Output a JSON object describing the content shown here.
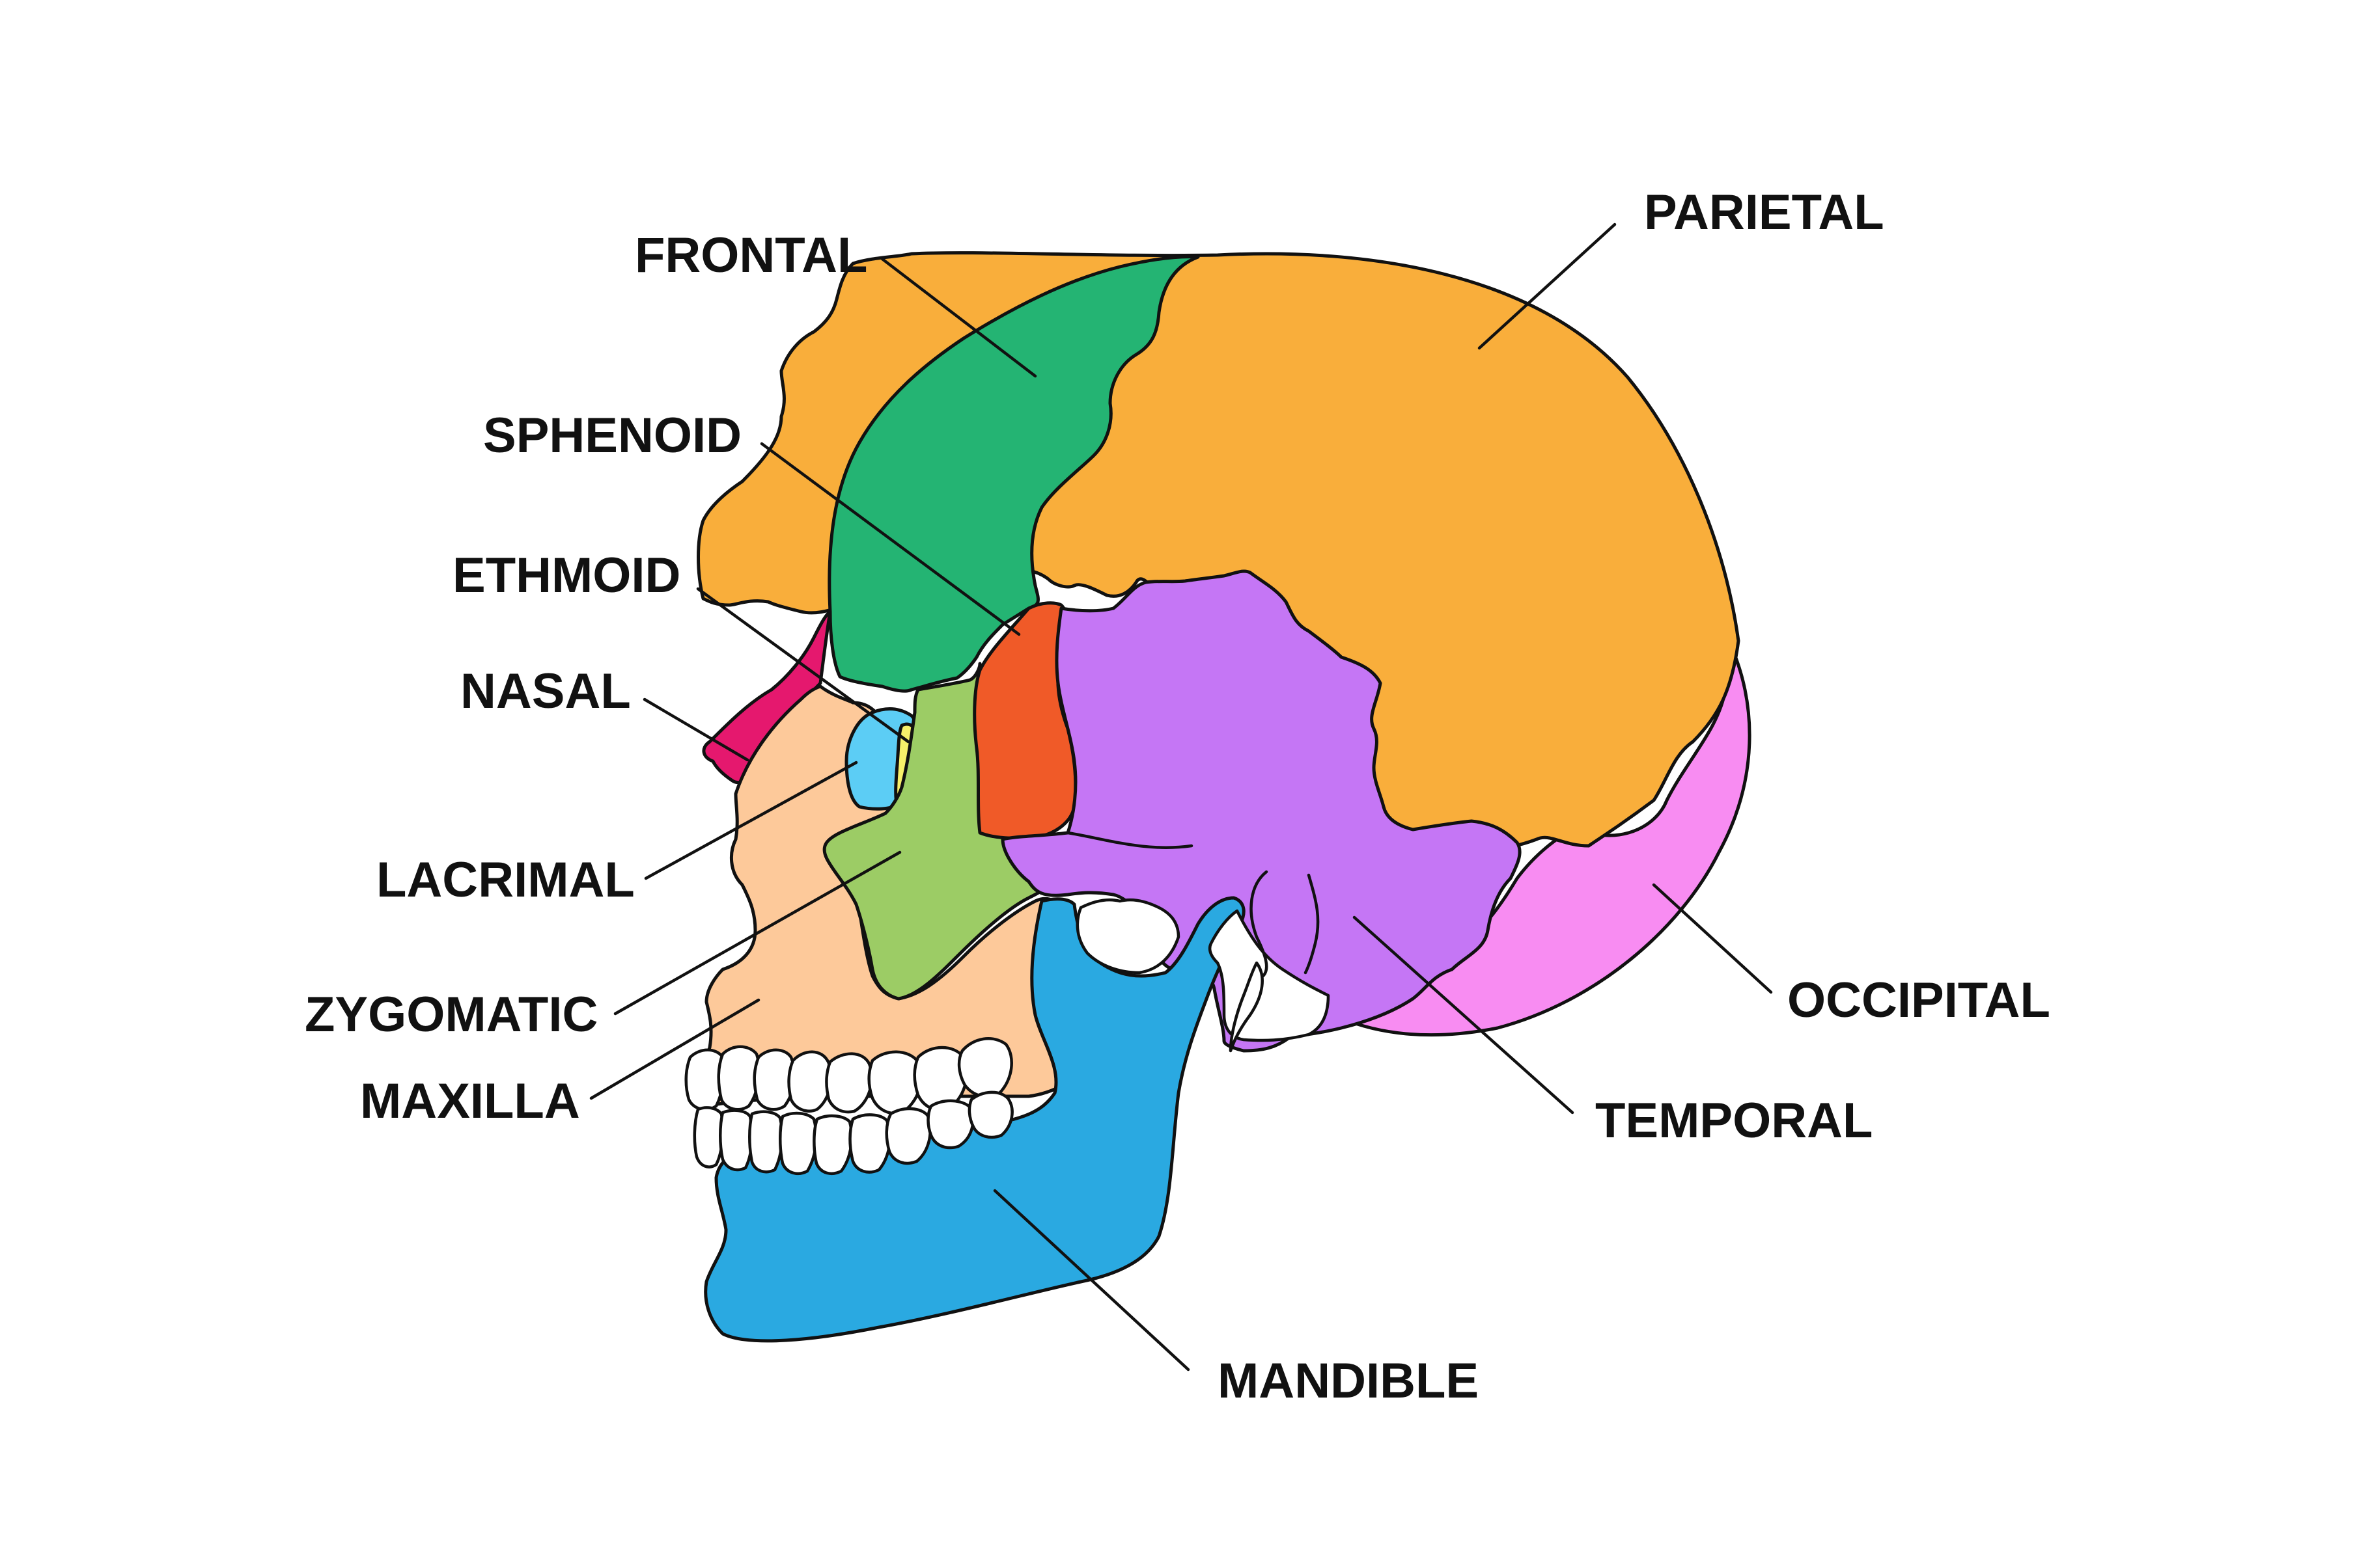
{
  "colors": {
    "frontal": "#24b473",
    "parietal": "#f9ae3b",
    "sphenoid": "#f05a28",
    "temporal": "#c576f5",
    "occipital": "#f88cf2",
    "zygomatic": "#9ccc65",
    "maxilla": "#fdc99a",
    "mandible": "#2aa9e1",
    "nasal": "#e5186e",
    "lacrimal": "#5ccdf5",
    "ethmoid": "#f7f06a",
    "teeth": "#ffffff",
    "outline": "#111111"
  },
  "labels": {
    "frontal": "FRONTAL",
    "parietal": "PARIETAL",
    "sphenoid": "SPHENOID",
    "ethmoid": "ETHMOID",
    "nasal": "NASAL",
    "lacrimal": "LACRIMAL",
    "zygomatic": "ZYGOMATIC",
    "maxilla": "MAXILLA",
    "occipital": "OCCIPITAL",
    "temporal": "TEMPORAL",
    "mandible": "MANDIBLE"
  }
}
